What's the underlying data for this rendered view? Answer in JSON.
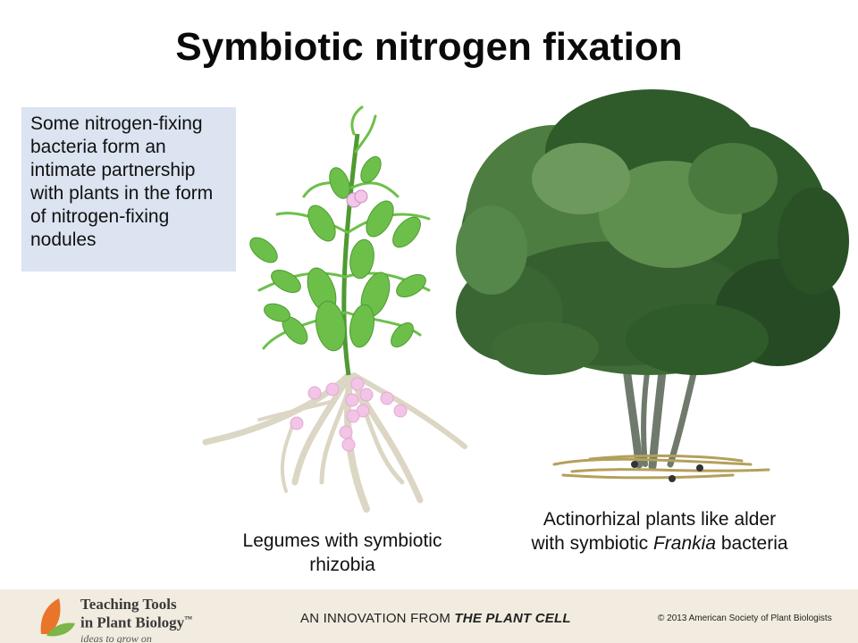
{
  "slide": {
    "title": "Symbiotic nitrogen fixation",
    "info_box": "Some nitrogen-fixing bacteria form an intimate partnership with plants in the form of nitrogen-fixing nodules",
    "legume_caption_line1": "Legumes with symbiotic",
    "legume_caption_line2": "rhizobia",
    "alder_caption_line1": "Actinorhizal plants like alder",
    "alder_caption_prefix": "with symbiotic ",
    "alder_caption_italic": "Frankia",
    "alder_caption_suffix": " bacteria"
  },
  "footer": {
    "brand_line1": "Teaching Tools",
    "brand_line2": "in Plant Biology",
    "trademark": "™",
    "tagline": "ideas to grow on",
    "innovation_prefix": "AN INNOVATION FROM ",
    "innovation_journal": "THE PLANT CELL",
    "copyright": "© 2013 American Society of Plant Biologists"
  },
  "colors": {
    "info_box_bg": "#dbe4f0",
    "footer_bg": "#f2ece0",
    "leaf_green": "#6cc04a",
    "nodule_pink": "#f2c4e6",
    "root_beige": "#dcd6c4",
    "tree_green": "#2f5a2a",
    "logo_orange": "#e8752a",
    "logo_green": "#7ab648"
  },
  "icons": {
    "legume": "pea-plant-illustration",
    "alder": "alder-tree-illustration",
    "logo": "teaching-tools-leaf-logo"
  }
}
